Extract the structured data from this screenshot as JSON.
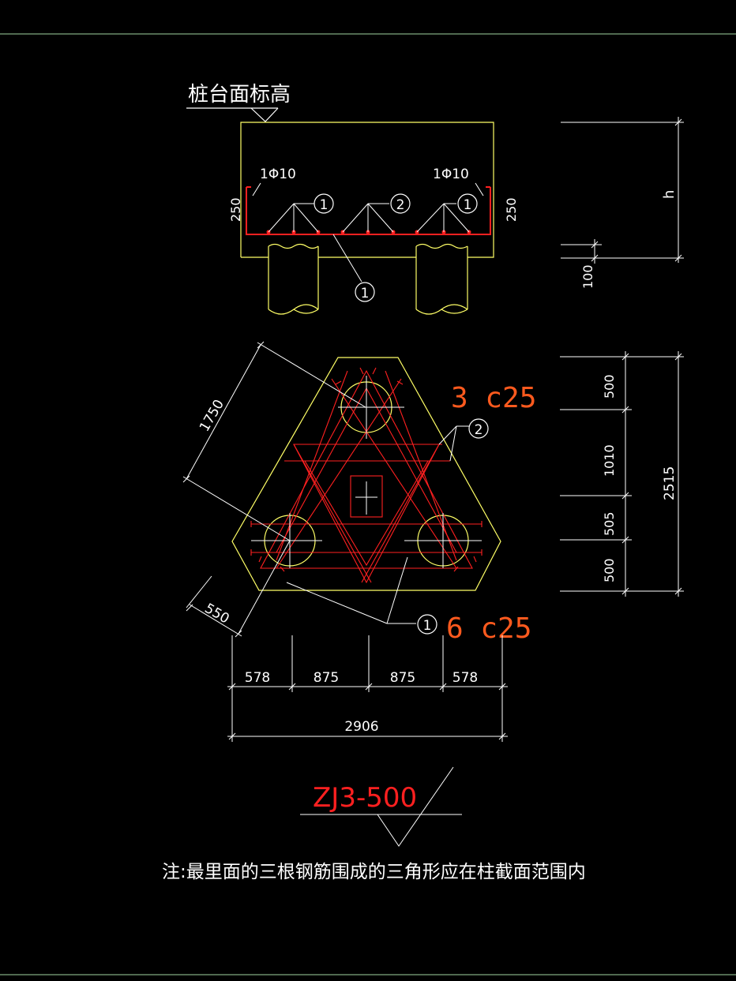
{
  "colors": {
    "background": "#000000",
    "outline": "#ffff66",
    "rebar": "#ff2020",
    "dimension": "#ffffff",
    "callout": "#ff5a1e",
    "frame": "#9fd59f"
  },
  "elevation": {
    "title": "桩台面标高",
    "stirrup_left": "1Φ10",
    "stirrup_right": "1Φ10",
    "cover_left": "250",
    "cover_right": "250",
    "dim_h": "h",
    "dim_100": "100"
  },
  "marks": {
    "m1": "1",
    "m2": "2",
    "m3": "1",
    "m4": "1",
    "m5": "2",
    "m6": "1"
  },
  "plan": {
    "dim_1750": "1750",
    "dim_550": "550",
    "rebar_top": "3 c25",
    "rebar_bottom": "6 c25",
    "dims_bottom": [
      "578",
      "875",
      "875",
      "578"
    ],
    "dim_total_width": "2906",
    "dims_right": [
      "500",
      "1010",
      "505",
      "500"
    ],
    "dim_total_height": "2515"
  },
  "title": "ZJ3-500",
  "note": "注:最里面的三根钢筋围成的三角形应在柱截面范围内"
}
